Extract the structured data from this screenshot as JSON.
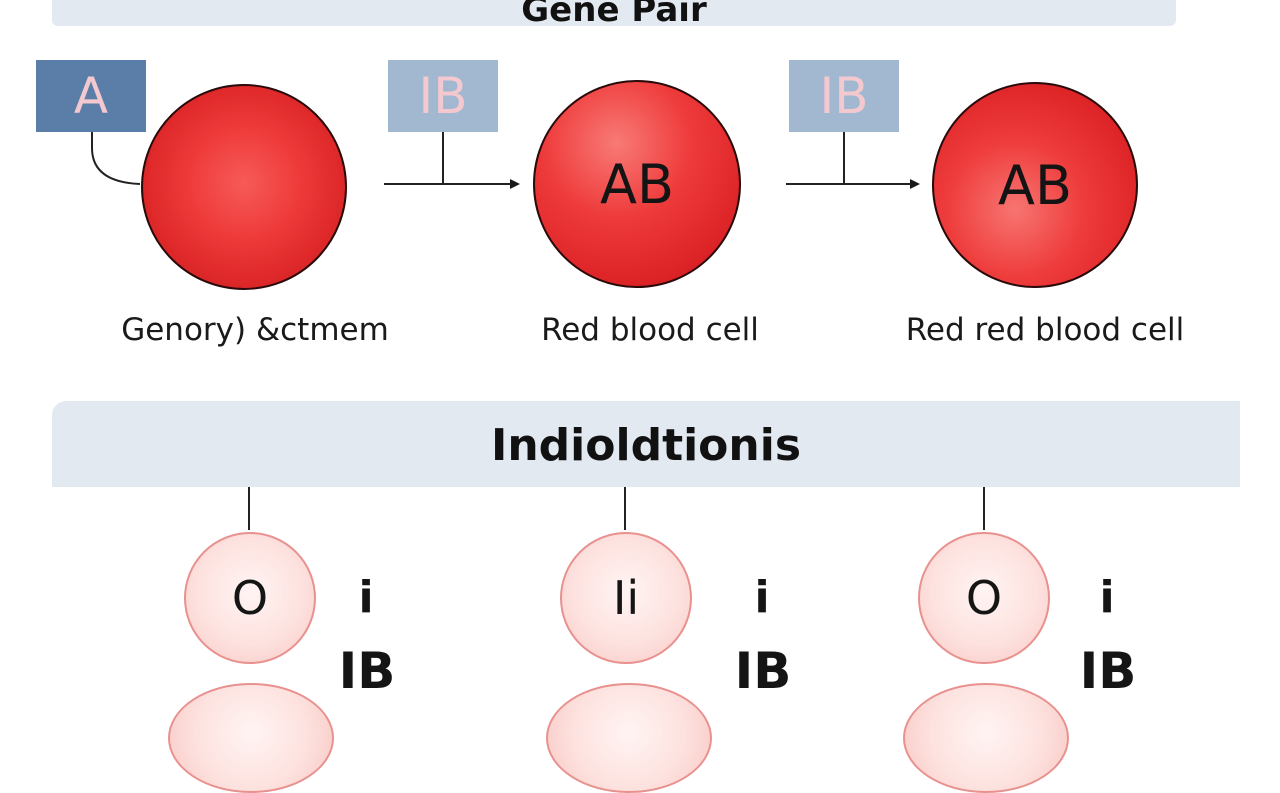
{
  "header": {
    "title": "Gene Pair"
  },
  "top_row": {
    "tags": [
      "A",
      "IB",
      "IB"
    ],
    "cells": [
      "",
      "AB",
      "AB"
    ],
    "captions": [
      "Genory) &ctmem",
      "Red blood cell",
      "Red red blood cell"
    ]
  },
  "section": {
    "title": "Indioldtionis"
  },
  "bottom_row": {
    "columns": [
      {
        "circle": "O",
        "allele_top": "i",
        "allele_bottom": "IB"
      },
      {
        "circle": "Ii",
        "allele_top": "i",
        "allele_bottom": "IB"
      },
      {
        "circle": "O",
        "allele_top": "i",
        "allele_bottom": "IB"
      }
    ]
  },
  "colors": {
    "cell_red": "#e8302f",
    "tag_blue_dark": "#5a7ea7",
    "tag_blue_light": "#a2b8d0",
    "banner": "#e3e9f1",
    "pink_circle_border": "#e8918f"
  }
}
